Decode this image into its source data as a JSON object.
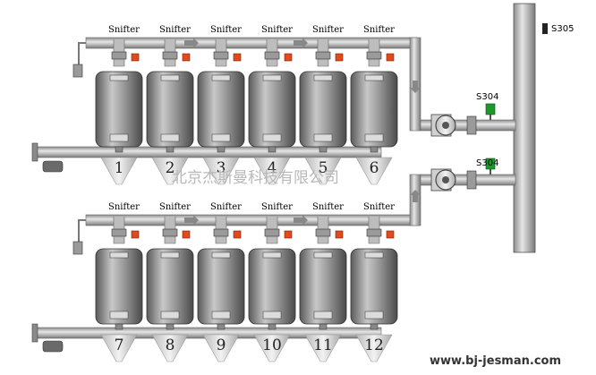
{
  "diagram": {
    "rows": [
      {
        "tanks": [
          {
            "number": "1",
            "sniffer_label": "Snifter"
          },
          {
            "number": "2",
            "sniffer_label": "Snifter"
          },
          {
            "number": "3",
            "sniffer_label": "Snifter"
          },
          {
            "number": "4",
            "sniffer_label": "Snifter"
          },
          {
            "number": "5",
            "sniffer_label": "Snifter"
          },
          {
            "number": "6",
            "sniffer_label": "Snifter"
          }
        ]
      },
      {
        "tanks": [
          {
            "number": "7",
            "sniffer_label": "Snifter"
          },
          {
            "number": "8",
            "sniffer_label": "Snifter"
          },
          {
            "number": "9",
            "sniffer_label": "Snifter"
          },
          {
            "number": "10",
            "sniffer_label": "Snifter"
          },
          {
            "number": "11",
            "sniffer_label": "Snifter"
          },
          {
            "number": "12",
            "sniffer_label": "Snifter"
          }
        ]
      }
    ],
    "pumps": [
      {
        "sensor_label": "S304"
      },
      {
        "sensor_label": "S304"
      }
    ],
    "main_sensor_label": "S305",
    "watermark_text": "北京杰斯曼科技有限公司",
    "website": "www.bj-jesman.com",
    "colors": {
      "pipe": "#b4b4b4",
      "tank": "#8a8a8a",
      "valve": "#e04a1c",
      "sensor": "#1b9a2c"
    }
  }
}
